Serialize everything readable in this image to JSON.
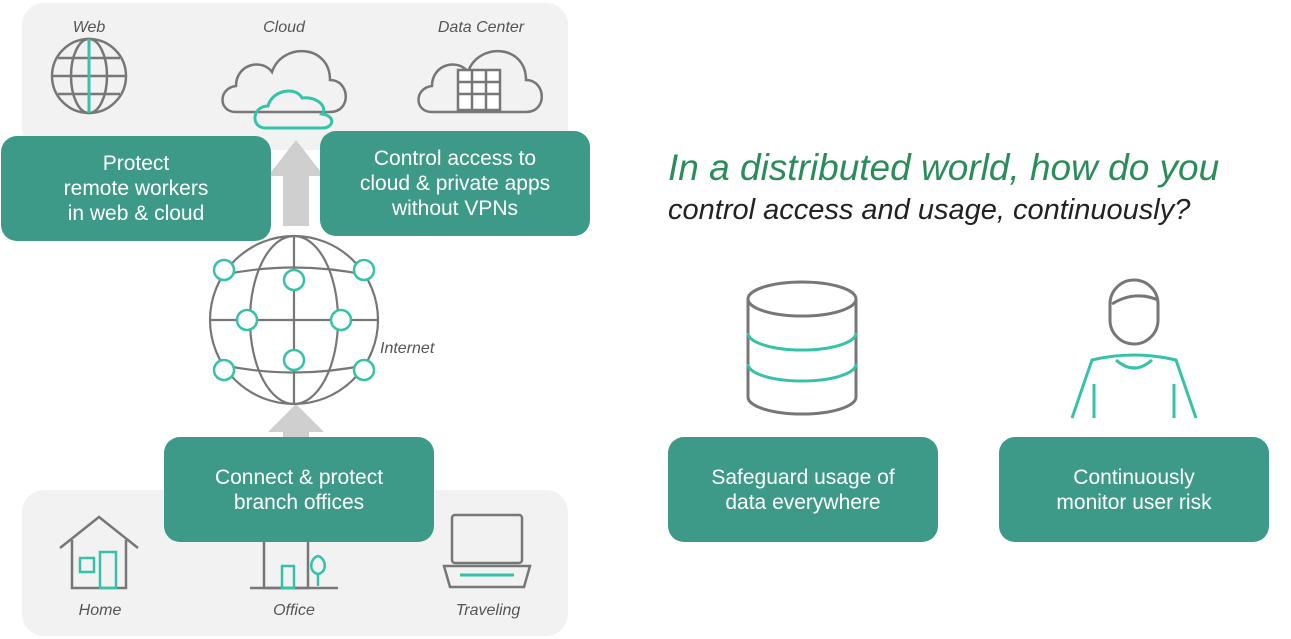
{
  "top_labels": {
    "web": "Web",
    "cloud": "Cloud",
    "data_center": "Data Center"
  },
  "internet_label": "Internet",
  "bottom_labels": {
    "home": "Home",
    "office": "Office",
    "traveling": "Traveling"
  },
  "boxes": {
    "protect_remote": [
      "Protect",
      "remote workers",
      "in web & cloud"
    ],
    "control_access": [
      "Control access to",
      "cloud & private apps",
      "without VPNs"
    ],
    "connect_branch": [
      "Connect & protect",
      "branch offices"
    ],
    "safeguard": [
      "Safeguard usage of",
      "data everywhere"
    ],
    "monitor": [
      "Continuously",
      "monitor user risk"
    ]
  },
  "heading": {
    "line1": "In a distributed world, how do you",
    "line2": "control access and usage, continuously?"
  },
  "colors": {
    "box_fill": "#3e9a88",
    "accent": "#36c2a8",
    "heading_green": "#2a8c5a",
    "panel": "#f2f2f2",
    "line_gray": "#777777"
  },
  "icons": {
    "web": "globe-icon",
    "cloud": "cloud-icon",
    "data_center": "data-center-icon",
    "internet": "internet-globe-icon",
    "home": "house-icon",
    "office": "office-building-icon",
    "traveling": "laptop-icon",
    "data": "database-icon",
    "user": "user-icon"
  }
}
